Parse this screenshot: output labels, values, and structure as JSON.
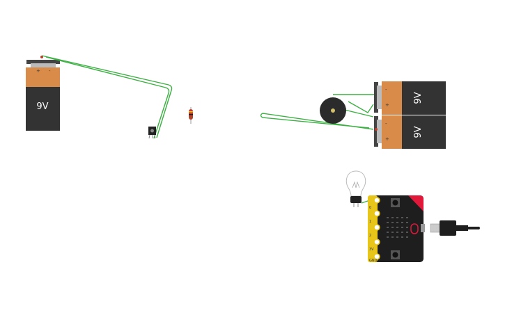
{
  "canvas": {
    "background": "#ffffff",
    "wire_color": "#3cb043",
    "battery_body_color": "#333333",
    "battery_cap_color": "#d98c4a"
  },
  "components": {
    "battery_left": {
      "label": "9V",
      "plus": "+",
      "minus": "-"
    },
    "battery_right_top": {
      "label": "9V",
      "plus": "+",
      "minus": "-"
    },
    "battery_right_bottom": {
      "label": "9V",
      "plus": "+",
      "minus": "-"
    },
    "buzzer": {
      "plus": "+"
    },
    "microbit": {
      "edge_pins": [
        "0",
        "1",
        "2",
        "3V",
        "GND"
      ]
    },
    "icons": [
      "potentiometer-icon",
      "resistor-icon",
      "buzzer-icon",
      "light-bulb-icon",
      "microbit-icon",
      "usb-cable-icon"
    ]
  }
}
